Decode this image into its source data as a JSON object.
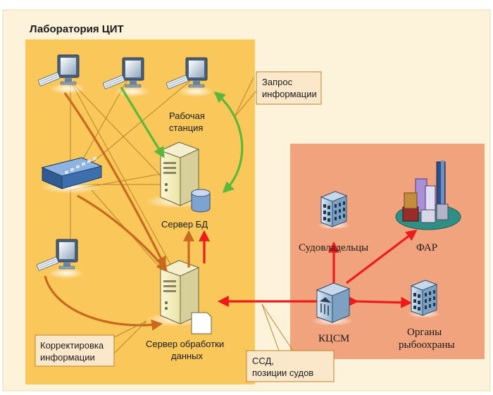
{
  "title": "Лаборатория ЦИТ",
  "labels": {
    "workstation": [
      "Рабочая",
      "станция"
    ],
    "db_server": "Сервер БД",
    "proc_server": [
      "Сервер обработки",
      "данных"
    ],
    "shipowners": "Судовладельцы",
    "far": "ФАР",
    "kcsm": "КЦСМ",
    "fishery": [
      "Органы",
      "рыбоохраны"
    ]
  },
  "callouts": {
    "request": [
      "Запрос",
      "информации"
    ],
    "correction": [
      "Корректировка",
      "информации"
    ],
    "ssd": [
      "ССД,",
      "позиции судов"
    ]
  },
  "colors": {
    "outer_bg": "#fdf3da",
    "lab_bg": "#f9c75a",
    "ext_bg": "#f0a37d",
    "green_arrow": "#5cb83a",
    "orange_arrow": "#c9691e",
    "red_arrow": "#ef1b1b",
    "thin_line": "#b8862d"
  },
  "icons": [
    "monitor-keyboard-icon",
    "network-switch-icon",
    "db-server-icon",
    "server-icon",
    "building-icon",
    "city-icon",
    "bank-icon"
  ]
}
